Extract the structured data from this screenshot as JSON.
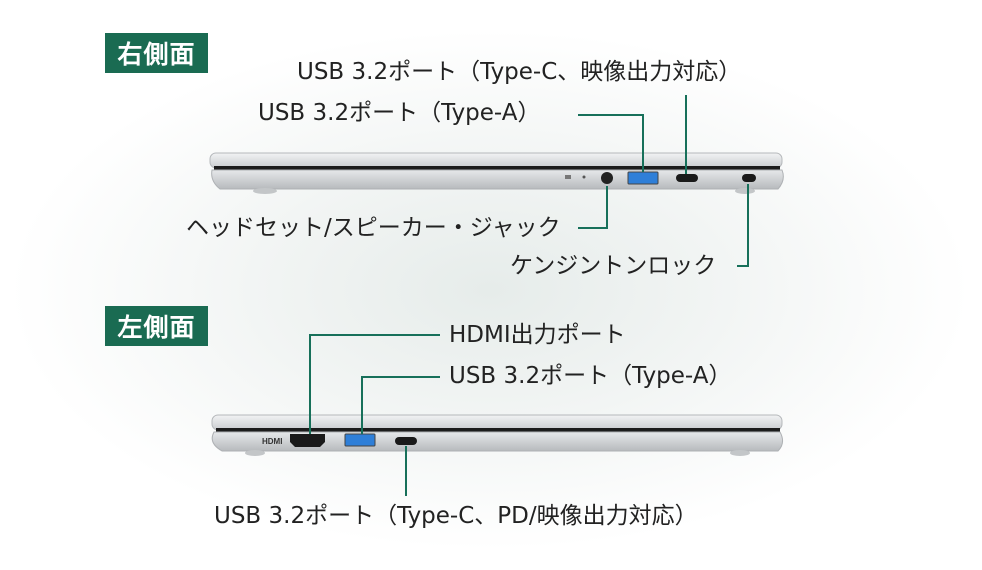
{
  "right_side": {
    "title": "右側面",
    "labels": {
      "usb_c": "USB 3.2ポート（Type-C、映像出力対応）",
      "usb_a": "USB 3.2ポート（Type-A）",
      "headset": "ヘッドセット/スピーカー・ジャック",
      "kensington": "ケンジントンロック"
    }
  },
  "left_side": {
    "title": "左側面",
    "labels": {
      "hdmi": "HDMI出力ポート",
      "usb_a": "USB 3.2ポート（Type-A）",
      "usb_c": "USB 3.2ポート（Type-C、PD/映像出力対応）"
    },
    "port_print": "HDMI"
  },
  "colors": {
    "accent": "#1a6b52",
    "leader_line": "#17705a",
    "usb_a_port": "#2f7fd8"
  }
}
